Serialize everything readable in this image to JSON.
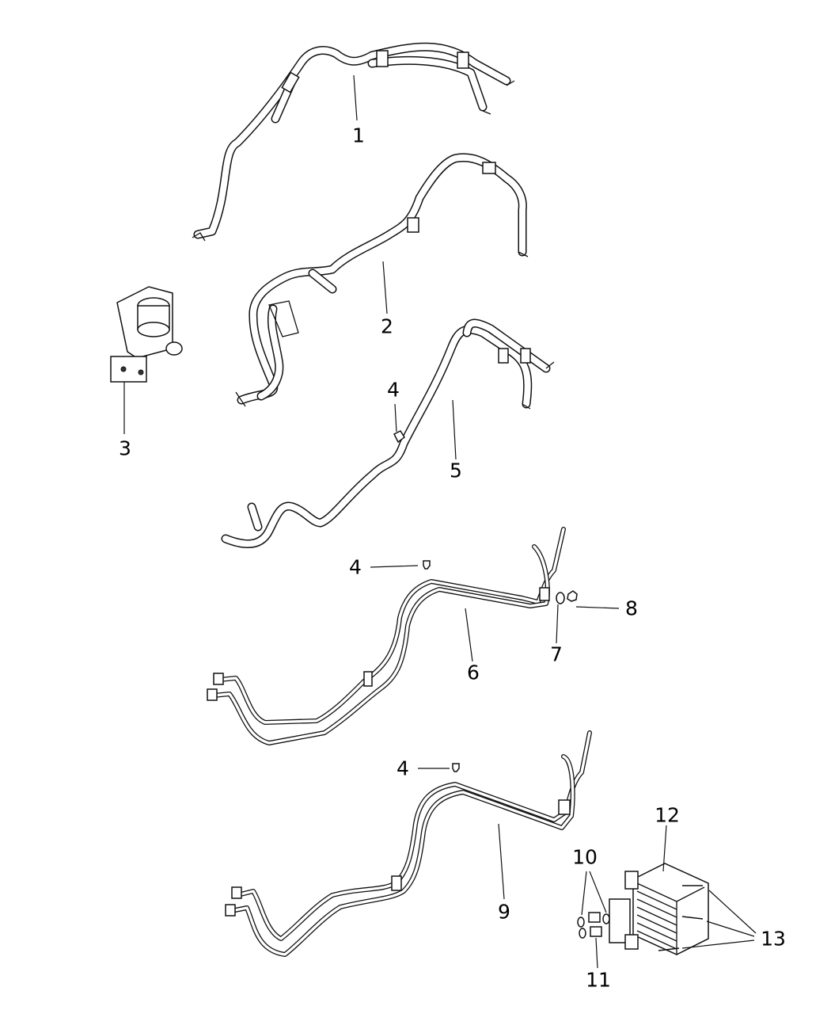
{
  "callouts": [
    {
      "id": "c1",
      "text": "1"
    },
    {
      "id": "c2",
      "text": "2"
    },
    {
      "id": "c3",
      "text": "3"
    },
    {
      "id": "c4a",
      "text": "4"
    },
    {
      "id": "c5",
      "text": "5"
    },
    {
      "id": "c4b",
      "text": "4"
    },
    {
      "id": "c6",
      "text": "6"
    },
    {
      "id": "c7",
      "text": "7"
    },
    {
      "id": "c8",
      "text": "8"
    },
    {
      "id": "c4c",
      "text": "4"
    },
    {
      "id": "c9",
      "text": "9"
    },
    {
      "id": "c10",
      "text": "10"
    },
    {
      "id": "c11",
      "text": "11"
    },
    {
      "id": "c12",
      "text": "12"
    },
    {
      "id": "c13",
      "text": "13"
    }
  ]
}
